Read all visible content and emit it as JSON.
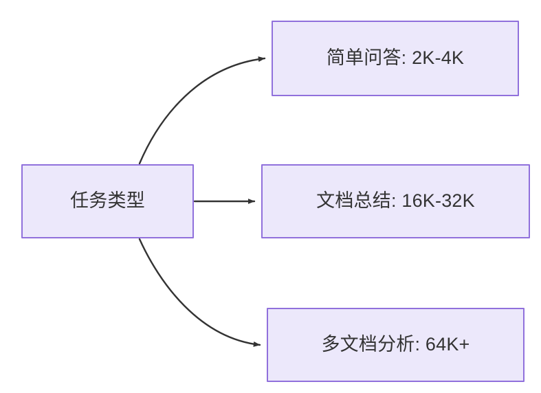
{
  "diagram": {
    "type": "flowchart",
    "direction": "left-to-right",
    "title": "",
    "background_color": "#ffffff",
    "node_fill_color": "#ECE8FB",
    "node_border_color": "#9070DC",
    "node_text_color": "#333333",
    "edge_color": "#333333",
    "nodes": [
      {
        "id": "root",
        "label": "任务类型"
      },
      {
        "id": "simple_qa",
        "label": "简单问答: 2K-4K"
      },
      {
        "id": "doc_summary",
        "label": "文档总结: 16K-32K"
      },
      {
        "id": "multi_doc",
        "label": "多文档分析: 64K+"
      }
    ],
    "edges": [
      {
        "from": "root",
        "to": "simple_qa",
        "style": "curved",
        "arrow": "arrowhead-end",
        "label": ""
      },
      {
        "from": "root",
        "to": "doc_summary",
        "style": "straight",
        "arrow": "arrowhead-end",
        "label": ""
      },
      {
        "from": "root",
        "to": "multi_doc",
        "style": "curved",
        "arrow": "arrowhead-end",
        "label": ""
      }
    ]
  }
}
